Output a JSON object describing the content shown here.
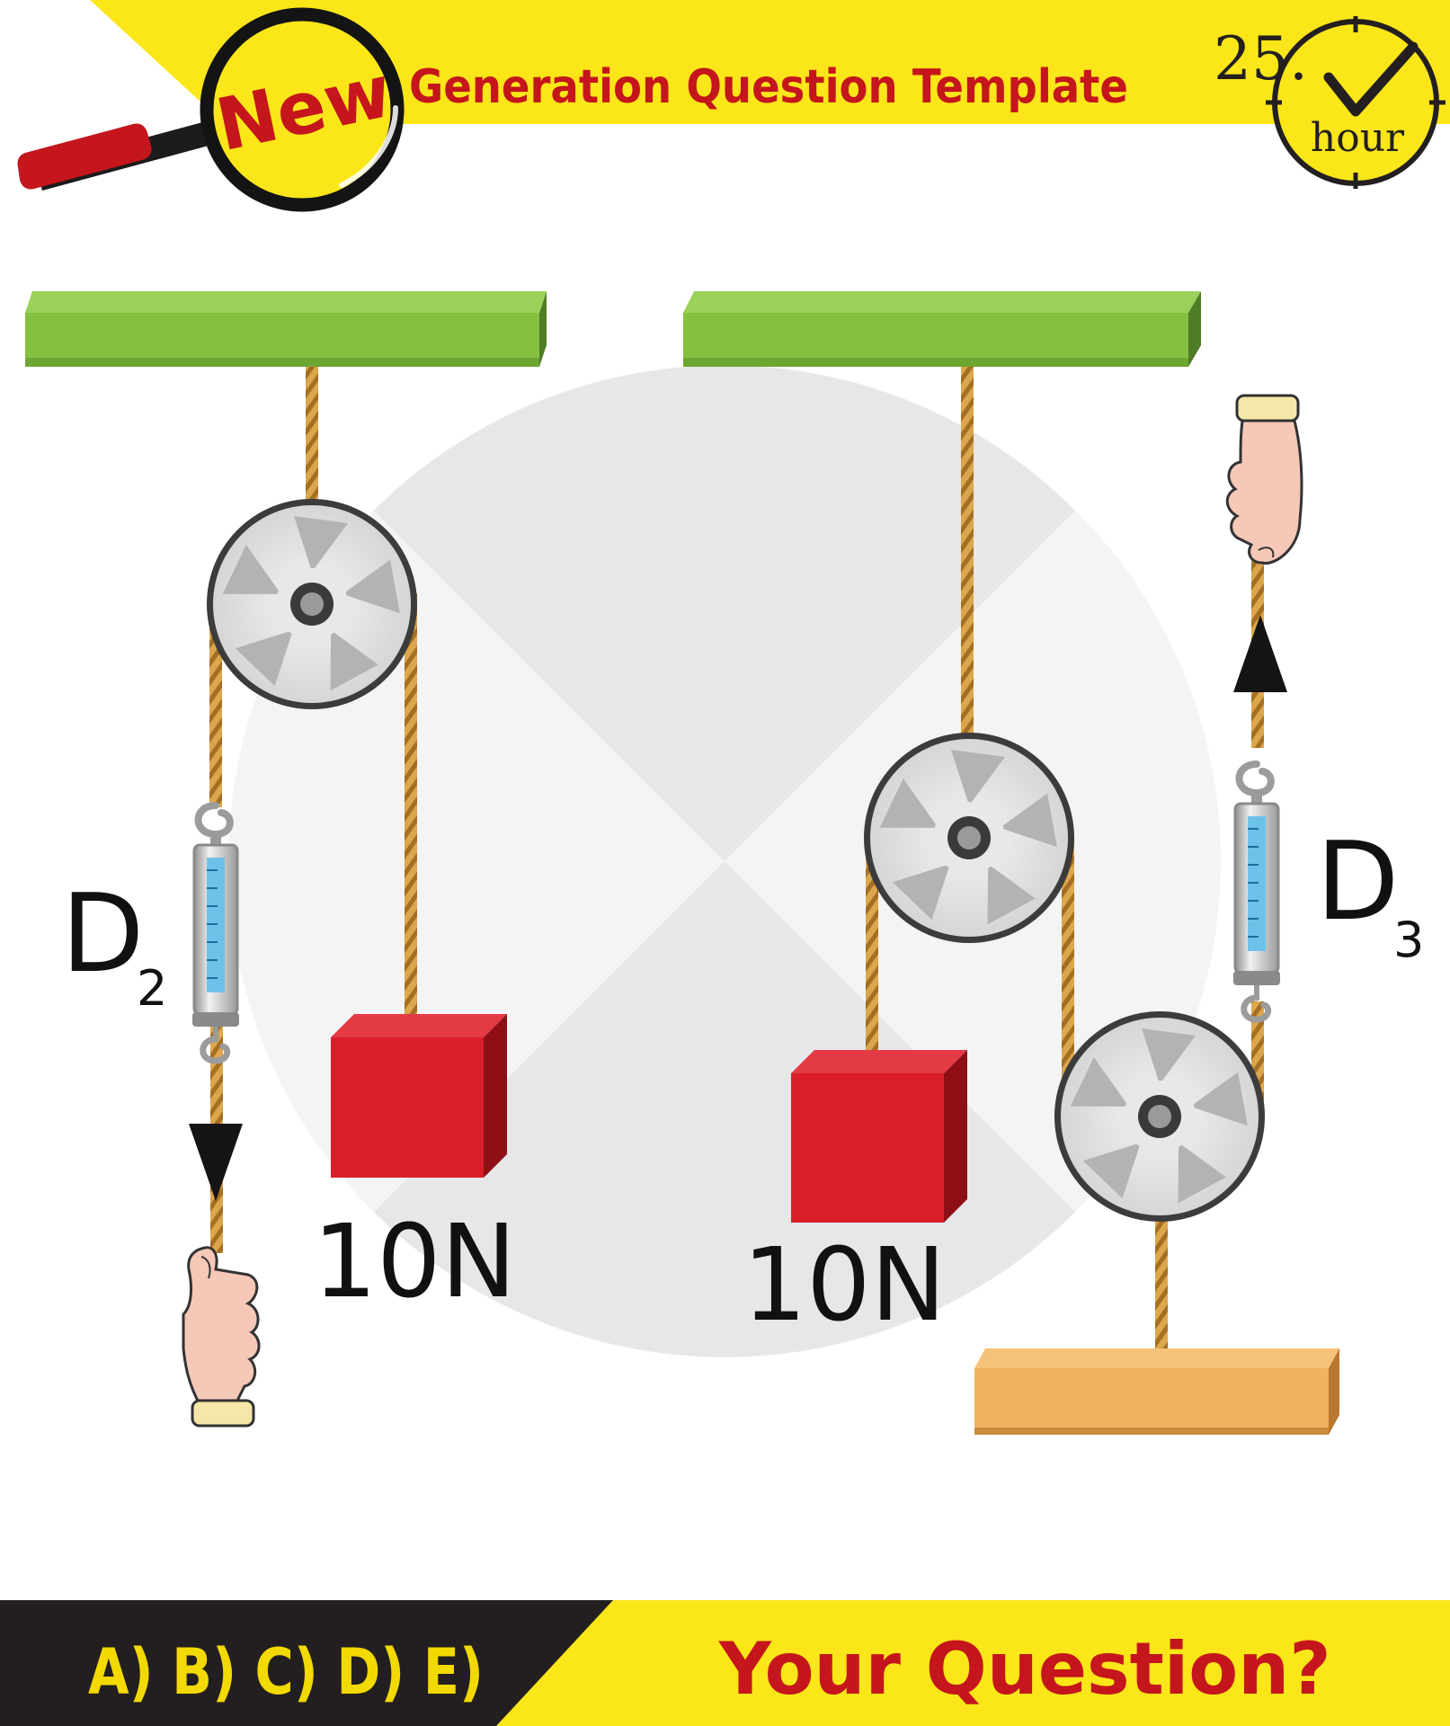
{
  "header": {
    "badge": "New",
    "title": "Generation Question Template",
    "clock_number": "25.",
    "clock_unit": "hour"
  },
  "diagram": {
    "left_scale_letter": "D",
    "left_scale_subscript": "2",
    "right_scale_letter": "D",
    "right_scale_subscript": "3",
    "left_weight": "10N",
    "right_weight": "10N"
  },
  "footer": {
    "choices": "A) B) C) D) E)",
    "question": "Your Question?"
  },
  "colors": {
    "yellow": "#fbe619",
    "red_text": "#c4161c",
    "choice_text": "#f2d900",
    "dark_band": "#231f20",
    "ceiling": "#86c041",
    "block": "#d91e2a",
    "rope": "#d9a24a",
    "floor_board": "#f0b25e"
  }
}
